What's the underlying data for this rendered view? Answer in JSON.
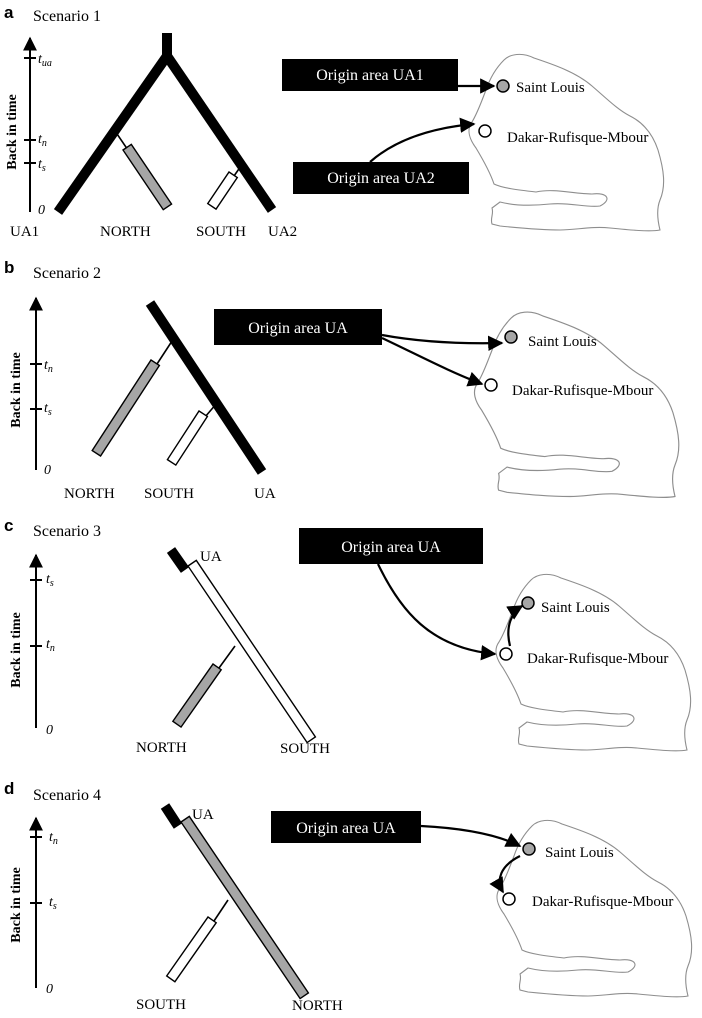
{
  "axis_title": "Back in time",
  "panels": [
    {
      "letter": "a",
      "title": "Scenario 1",
      "ticks": [
        "t",
        "ua",
        "t",
        "n",
        "t",
        "s",
        "0"
      ],
      "leaves": [
        "UA1",
        "NORTH",
        "SOUTH",
        "UA2"
      ],
      "origin_boxes": [
        "Origin area UA1",
        "Origin area UA2"
      ],
      "cities": [
        "Saint Louis",
        "Dakar-Rufisque-Mbour"
      ]
    },
    {
      "letter": "b",
      "title": "Scenario 2",
      "ticks": [
        "t",
        "n",
        "t",
        "s",
        "0"
      ],
      "leaves": [
        "NORTH",
        "SOUTH",
        "UA"
      ],
      "origin_boxes": [
        "Origin area UA"
      ],
      "cities": [
        "Saint Louis",
        "Dakar-Rufisque-Mbour"
      ]
    },
    {
      "letter": "c",
      "title": "Scenario 3",
      "ticks": [
        "t",
        "s",
        "t",
        "n",
        "0"
      ],
      "leaves": [
        "UA",
        "NORTH",
        "SOUTH"
      ],
      "origin_boxes": [
        "Origin area UA"
      ],
      "cities": [
        "Saint Louis",
        "Dakar-Rufisque-Mbour"
      ]
    },
    {
      "letter": "d",
      "title": "Scenario 4",
      "ticks": [
        "t",
        "n",
        "t",
        "s",
        "0"
      ],
      "leaves": [
        "UA",
        "SOUTH",
        "NORTH"
      ],
      "origin_boxes": [
        "Origin area UA"
      ],
      "cities": [
        "Saint Louis",
        "Dakar-Rufisque-Mbour"
      ]
    }
  ],
  "colors": {
    "north_population": "#a6a6a6",
    "south_population": "#ffffff",
    "ancestral_population": "#000000",
    "map_outline": "#8e8e8e"
  }
}
